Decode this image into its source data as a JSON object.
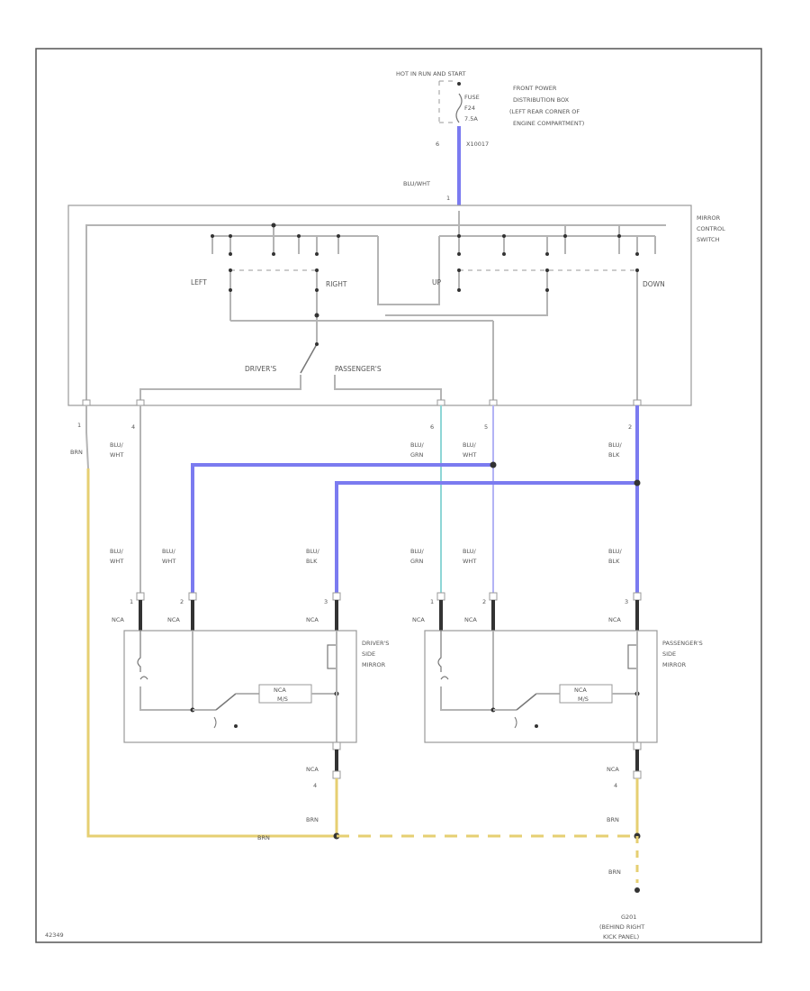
{
  "power": {
    "hot_label": "HOT IN RUN AND START",
    "fuse_label": "FUSE",
    "fuse_id": "F24",
    "fuse_amp": "7.5A",
    "location_1": "FRONT POWER",
    "location_2": "DISTRIBUTION BOX",
    "location_3": "(LEFT REAR CORNER OF",
    "location_4": "ENGINE COMPARTMENT)",
    "pin": "6",
    "connector": "X10017",
    "wire": "BLU/WHT",
    "switch_pin": "1"
  },
  "mirror_switch": {
    "title_1": "MIRROR",
    "title_2": "CONTROL",
    "title_3": "SWITCH",
    "left": "LEFT",
    "right": "RIGHT",
    "up": "UP",
    "down": "DOWN",
    "drivers": "DRIVER'S",
    "passengers": "PASSENGER'S"
  },
  "switch_outputs": [
    {
      "pin": "1",
      "wire": "BRN"
    },
    {
      "pin": "4",
      "wire_1": "BLU/",
      "wire_2": "WHT"
    },
    {
      "pin": "6",
      "wire_1": "BLU/",
      "wire_2": "GRN"
    },
    {
      "pin": "5",
      "wire_1": "BLU/",
      "wire_2": "WHT"
    },
    {
      "pin": "2",
      "wire_1": "BLU/",
      "wire_2": "BLK"
    }
  ],
  "driver_mirror": {
    "wires": [
      {
        "w1": "BLU/",
        "w2": "WHT",
        "pin": "1",
        "conn": "NCA"
      },
      {
        "w1": "BLU/",
        "w2": "WHT",
        "pin": "2",
        "conn": "NCA"
      },
      {
        "w1": "BLU/",
        "w2": "BLK",
        "pin": "3",
        "conn": "NCA"
      }
    ],
    "name_1": "DRIVER'S",
    "name_2": "SIDE",
    "name_3": "MIRROR",
    "heater_label_1": "NCA",
    "heater_label_2": "M/S",
    "ground_conn": "NCA",
    "ground_pin": "4",
    "ground_wire": "BRN"
  },
  "passenger_mirror": {
    "wires": [
      {
        "w1": "BLU/",
        "w2": "GRN",
        "pin": "1",
        "conn": "NCA"
      },
      {
        "w1": "BLU/",
        "w2": "WHT",
        "pin": "2",
        "conn": "NCA"
      },
      {
        "w1": "BLU/",
        "w2": "BLK",
        "pin": "3",
        "conn": "NCA"
      }
    ],
    "name_1": "PASSENGER'S",
    "name_2": "SIDE",
    "name_3": "MIRROR",
    "heater_label_1": "NCA",
    "heater_label_2": "M/S",
    "ground_conn": "NCA",
    "ground_pin": "4",
    "ground_wire": "BRN"
  },
  "ground": {
    "bottom_wire": "BRN",
    "splice_wire": "BRN",
    "wire_g": "BRN",
    "label_1": "G201",
    "label_2": "(BEHIND RIGHT",
    "label_3": "KICK PANEL)"
  },
  "figure_id": "42349"
}
